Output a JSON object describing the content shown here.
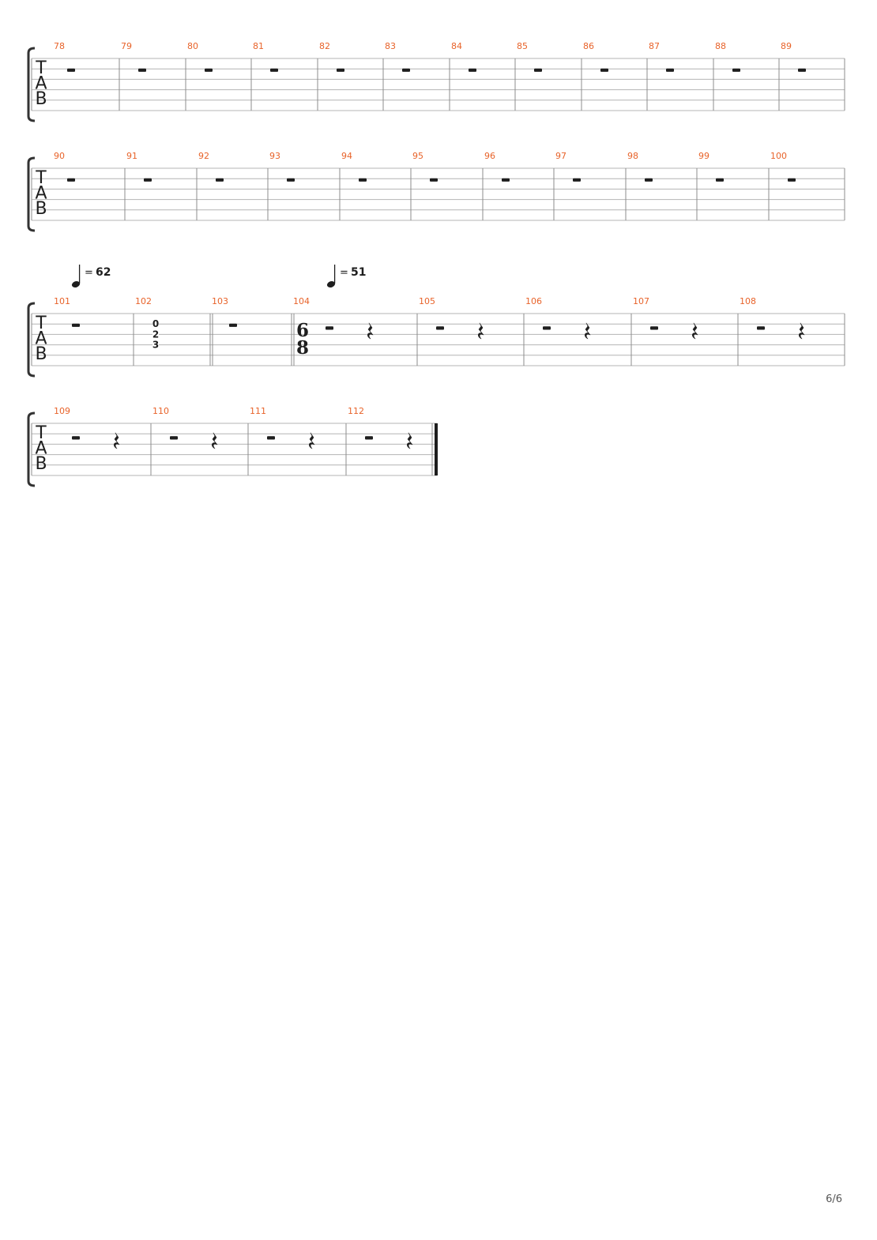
{
  "page": {
    "page_number": "6/6"
  },
  "colors": {
    "measure_number": "#e8632a",
    "staff_line": "#b4b4b4",
    "barline": "#8c8c8c",
    "bracket": "#333333",
    "ink": "#1e1e1e"
  },
  "tab_label": [
    "T",
    "A",
    "B"
  ],
  "systems": [
    {
      "measures": [
        {
          "number": "78",
          "content": "whole-rest"
        },
        {
          "number": "79",
          "content": "whole-rest"
        },
        {
          "number": "80",
          "content": "whole-rest"
        },
        {
          "number": "81",
          "content": "whole-rest"
        },
        {
          "number": "82",
          "content": "whole-rest"
        },
        {
          "number": "83",
          "content": "whole-rest"
        },
        {
          "number": "84",
          "content": "whole-rest"
        },
        {
          "number": "85",
          "content": "whole-rest"
        },
        {
          "number": "86",
          "content": "whole-rest"
        },
        {
          "number": "87",
          "content": "whole-rest"
        },
        {
          "number": "88",
          "content": "whole-rest"
        },
        {
          "number": "89",
          "content": "whole-rest"
        }
      ]
    },
    {
      "measures": [
        {
          "number": "90",
          "content": "whole-rest"
        },
        {
          "number": "91",
          "content": "whole-rest"
        },
        {
          "number": "92",
          "content": "whole-rest"
        },
        {
          "number": "93",
          "content": "whole-rest"
        },
        {
          "number": "94",
          "content": "whole-rest"
        },
        {
          "number": "95",
          "content": "whole-rest"
        },
        {
          "number": "96",
          "content": "whole-rest"
        },
        {
          "number": "97",
          "content": "whole-rest"
        },
        {
          "number": "98",
          "content": "whole-rest"
        },
        {
          "number": "99",
          "content": "whole-rest"
        },
        {
          "number": "100",
          "content": "whole-rest"
        }
      ]
    },
    {
      "measures": [
        {
          "number": "101",
          "content": "whole-rest",
          "tempo": "62"
        },
        {
          "number": "102",
          "content": "chord",
          "frets": [
            "0",
            "2",
            "3"
          ]
        },
        {
          "number": "103",
          "content": "whole-rest"
        },
        {
          "number": "104",
          "content": "half-quarter-rest",
          "tempo": "51",
          "time_signature": [
            "6",
            "8"
          ]
        },
        {
          "number": "105",
          "content": "half-quarter-rest"
        },
        {
          "number": "106",
          "content": "half-quarter-rest"
        },
        {
          "number": "107",
          "content": "half-quarter-rest"
        },
        {
          "number": "108",
          "content": "half-quarter-rest"
        }
      ]
    },
    {
      "measures": [
        {
          "number": "109",
          "content": "half-quarter-rest"
        },
        {
          "number": "110",
          "content": "half-quarter-rest"
        },
        {
          "number": "111",
          "content": "half-quarter-rest"
        },
        {
          "number": "112",
          "content": "half-quarter-rest"
        }
      ]
    }
  ]
}
